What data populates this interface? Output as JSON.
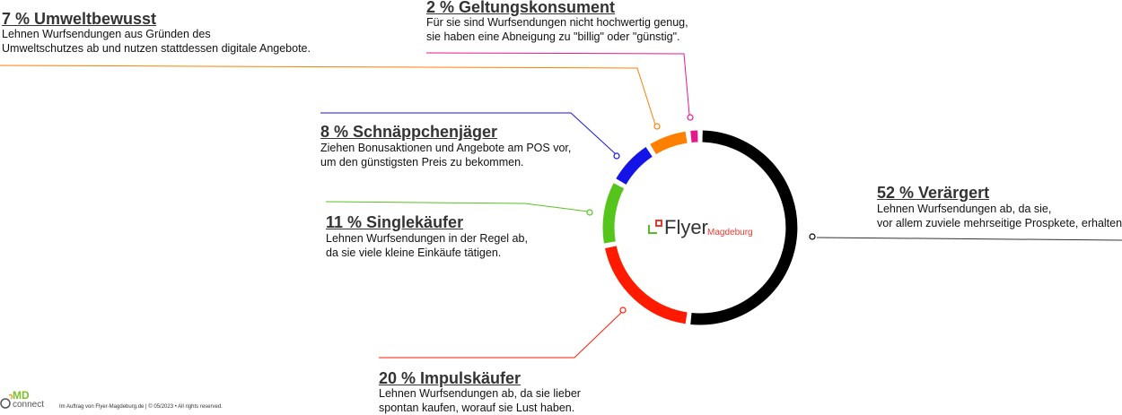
{
  "chart_data": {
    "type": "pie",
    "center_logo": {
      "word": "Flyer",
      "city": "Magdeburg"
    },
    "segments": [
      {
        "id": "veraergert",
        "value": 52,
        "title": "52 % Verärgert",
        "lines": [
          "Lehnen Wurfsendungen ab, da sie,",
          "vor allem zuviele mehrseitige Prospkete, erhalten."
        ],
        "color": "#000000"
      },
      {
        "id": "impuls",
        "value": 20,
        "title": "20 % Impulskäufer",
        "lines": [
          "Lehnen Wurfsendungen ab, da sie lieber",
          "spontan kaufen, worauf sie Lust haben."
        ],
        "color": "#ff1a00"
      },
      {
        "id": "single",
        "value": 11,
        "title": "11 % Singlekäufer",
        "lines": [
          "Lehnen Wurfsendungen in der Regel ab,",
          "da sie viele kleine Einkäufe tätigen."
        ],
        "color": "#55c51e"
      },
      {
        "id": "schnaeppchen",
        "value": 8,
        "title": "8 % Schnäppchenjäger",
        "lines": [
          "Ziehen Bonusaktionen und Angebote am POS vor,",
          "um den günstigsten Preis zu bekommen."
        ],
        "color": "#1414e6"
      },
      {
        "id": "umwelt",
        "value": 7,
        "title": "7 % Umweltbewusst",
        "lines": [
          "Lehnen Wurfsendungen aus Gründen des",
          "Umweltschutzes ab und nutzen stattdessen digitale Angebote."
        ],
        "color": "#ff8000"
      },
      {
        "id": "geltung",
        "value": 2,
        "title": "2 % Geltungskonsument",
        "lines": [
          "Für sie sind Wurfsendungen nicht hochwertig genug,",
          "sie haben eine Abneigung zu \"billig\" oder \"günstig\"."
        ],
        "color": "#e6198c"
      }
    ]
  },
  "footer": {
    "brand_top": "MD",
    "brand_bottom": "connect",
    "text": "Im Auftrag von Flyer-Magdeburg.de  |  © 05/2023 • All rights reserved."
  }
}
